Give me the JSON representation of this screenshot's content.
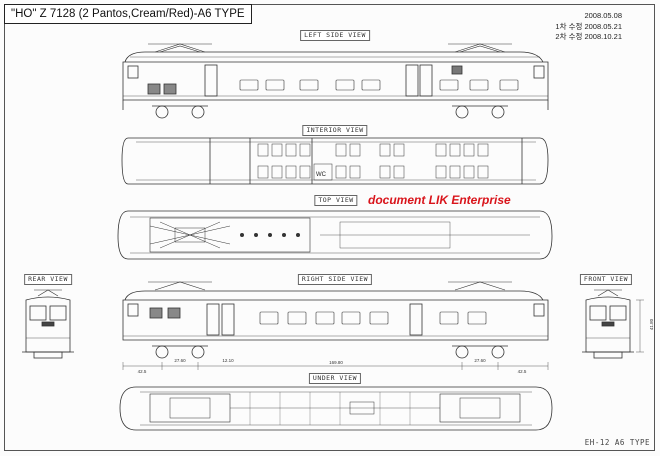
{
  "title": "\"HO\" Z 7128 (2 Pantos,Cream/Red)-A6 TYPE",
  "revisions": [
    "2008.05.08",
    "1차 수정 2008.05.21",
    "2차 수정 2008.10.21"
  ],
  "views": {
    "left_side": "LEFT SIDE VIEW",
    "interior": "INTERIOR VIEW",
    "top": "TOP VIEW",
    "rear": "REAR VIEW",
    "right_side": "RIGHT SIDE VIEW",
    "front": "FRONT VIEW",
    "under": "UNDER VIEW"
  },
  "interior_label": "WC",
  "watermark": "document LIK Enterprise",
  "model_code": "EH-12 A6 TYPE",
  "dimensions": {
    "left_overhang": "42.5",
    "bogie_wheelbase_left": "27.60",
    "bogie_offset": "12.10",
    "bogie_centers": "169.80",
    "bogie_wheelbase_right": "27.60",
    "right_overhang": "42.5",
    "front_height": "41.80"
  }
}
